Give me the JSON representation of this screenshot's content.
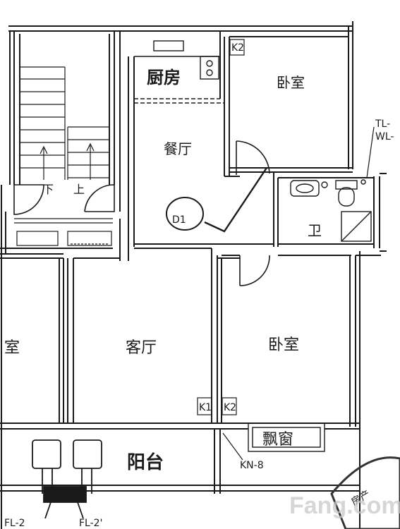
{
  "plan": {
    "rooms": {
      "kitchen": "厨房",
      "bedroom_top": "卧室",
      "dining": "餐厅",
      "bathroom": "卫",
      "room_left": "室",
      "living": "客厅",
      "bedroom_main": "卧室",
      "bay_window": "飘窗",
      "balcony": "阳台"
    },
    "stair": {
      "down": "下",
      "up": "上"
    },
    "labels": {
      "k2_top": "K2",
      "d1": "D1",
      "tl": "TL-",
      "wl": "WL-",
      "k1": "K1",
      "k2_bottom": "K2",
      "kn8": "KN-8",
      "fl2": "FL-2",
      "fl2p": "FL-2'"
    },
    "stamp": "房产",
    "watermark": "Fang.com"
  }
}
